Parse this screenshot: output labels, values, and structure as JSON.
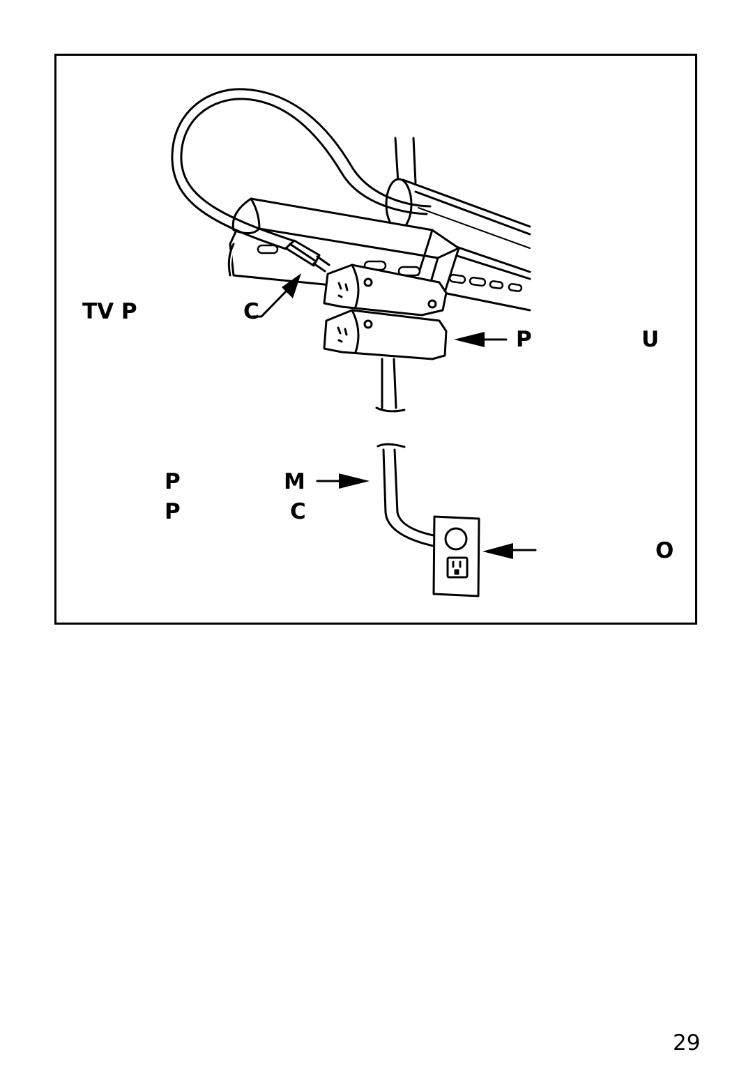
{
  "figure": {
    "labels": {
      "tv_p": "TV P",
      "c_top": "C",
      "p_right": "P",
      "u_right": "U",
      "p_mid1": "P",
      "m_mid": "M",
      "p_mid2": "P",
      "c_mid": "C",
      "o_right": "O"
    }
  },
  "page_number": "29"
}
